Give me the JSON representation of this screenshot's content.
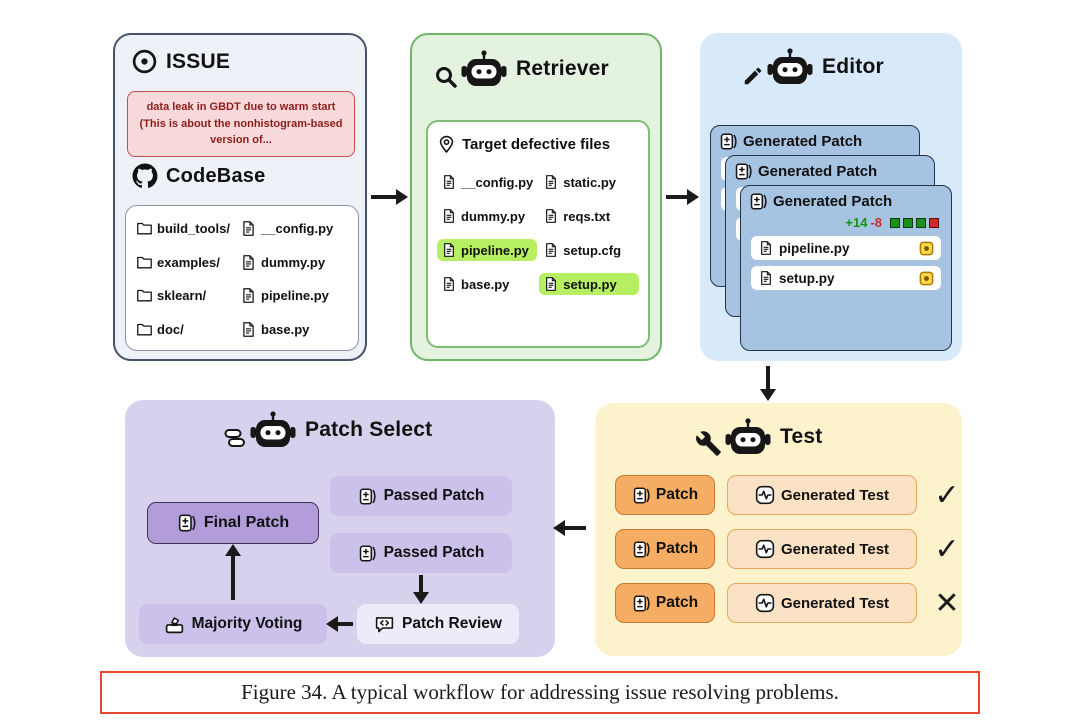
{
  "figure": {
    "caption": "Figure 34. A typical workflow for addressing issue resolving problems."
  },
  "issue_panel": {
    "title": "ISSUE",
    "issue_note_lines": [
      "data leak in GBDT due to warm start",
      "(This is about the nonhistogram-based",
      "version of..."
    ],
    "codebase_title": "CodeBase",
    "folders": [
      "build_tools/",
      "examples/",
      "sklearn/",
      "doc/"
    ],
    "files": [
      "__config.py",
      "dummy.py",
      "pipeline.py",
      "base.py"
    ]
  },
  "retriever_panel": {
    "title": "Retriever",
    "box_title": "Target defective files",
    "files": [
      {
        "name": "__config.py",
        "highlighted": false
      },
      {
        "name": "static.py",
        "highlighted": false
      },
      {
        "name": "dummy.py",
        "highlighted": false
      },
      {
        "name": "reqs.txt",
        "highlighted": false
      },
      {
        "name": "pipeline.py",
        "highlighted": true
      },
      {
        "name": "setup.cfg",
        "highlighted": false
      },
      {
        "name": "base.py",
        "highlighted": false
      },
      {
        "name": "setup.py",
        "highlighted": true
      }
    ]
  },
  "editor_panel": {
    "title": "Editor",
    "card_title": "Generated Patch",
    "diff_added": "+14",
    "diff_removed": "-8",
    "patched_files": [
      "pipeline.py",
      "setup.py"
    ]
  },
  "test_panel": {
    "title": "Test",
    "patch_label": "Patch",
    "test_label": "Generated Test",
    "results": [
      "✓",
      "✓",
      "✕"
    ]
  },
  "select_panel": {
    "title": "Patch Select",
    "final_patch_label": "Final Patch",
    "passed_patch_label": "Passed Patch",
    "majority_voting_label": "Majority Voting",
    "patch_review_label": "Patch Review"
  },
  "colors": {
    "retriever_highlight": "#b7ef63",
    "diff_add_green": "#119311",
    "diff_del_red": "#d42a2a",
    "caption_border_red": "#e8452f"
  }
}
